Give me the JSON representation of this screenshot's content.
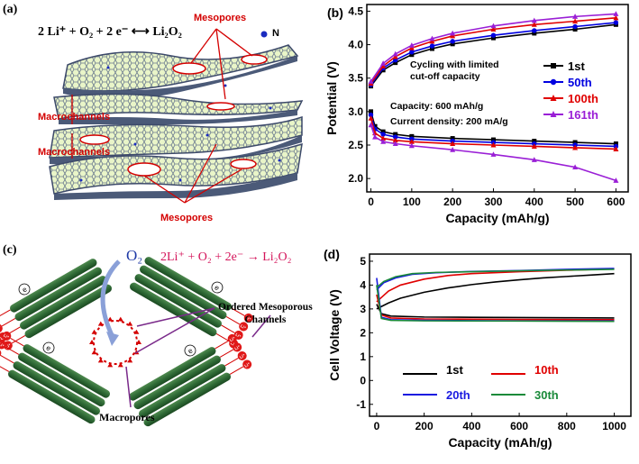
{
  "figure": {
    "panel_a": {
      "label": "(a)",
      "equation": "2 Li⁺ + O₂ + 2 e⁻ ⟷ Li₂O₂",
      "legend_symbol": "N",
      "callouts": [
        "Mesopores",
        "Macrochannels",
        "Macrochannels",
        "Mesopores"
      ]
    },
    "panel_c": {
      "label": "(c)",
      "o2_label": "O₂",
      "equation": "2Li⁺ + O₂ + 2e⁻ → Li₂O₂",
      "ordered_label": [
        "Ordered Mesoporous",
        "Channels"
      ],
      "macropores_label": "Macropores",
      "li_label": "Li⁺",
      "e_label": "e"
    }
  },
  "chart_data": [
    {
      "panel": "(b)",
      "type": "line",
      "xlabel": "Capacity (mAh/g)",
      "ylabel": "Potential (V)",
      "xlim": [
        -10,
        630
      ],
      "ylim": [
        1.8,
        4.6
      ],
      "xticks": [
        0,
        100,
        200,
        300,
        400,
        500,
        600
      ],
      "yticks": [
        2.0,
        2.5,
        3.0,
        3.5,
        4.0,
        4.5
      ],
      "annotations": [
        "Cycling with limited",
        "cut-off capacity",
        "Capacity: 600 mAh/g",
        "Current density: 200 mA/g"
      ],
      "legend_position": "right",
      "series": [
        {
          "name": "1st",
          "color": "#000000",
          "marker": "square",
          "charge": [
            [
              0,
              3.38
            ],
            [
              30,
              3.62
            ],
            [
              60,
              3.73
            ],
            [
              100,
              3.85
            ],
            [
              150,
              3.94
            ],
            [
              200,
              4.01
            ],
            [
              300,
              4.1
            ],
            [
              400,
              4.17
            ],
            [
              500,
              4.23
            ],
            [
              600,
              4.3
            ]
          ],
          "discharge": [
            [
              0,
              3.0
            ],
            [
              10,
              2.78
            ],
            [
              30,
              2.7
            ],
            [
              60,
              2.66
            ],
            [
              100,
              2.63
            ],
            [
              200,
              2.6
            ],
            [
              300,
              2.58
            ],
            [
              400,
              2.56
            ],
            [
              500,
              2.54
            ],
            [
              600,
              2.52
            ]
          ]
        },
        {
          "name": "50th",
          "color": "#0000e0",
          "marker": "circle",
          "charge": [
            [
              0,
              3.4
            ],
            [
              30,
              3.65
            ],
            [
              60,
              3.77
            ],
            [
              100,
              3.89
            ],
            [
              150,
              3.98
            ],
            [
              200,
              4.05
            ],
            [
              300,
              4.14
            ],
            [
              400,
              4.21
            ],
            [
              500,
              4.27
            ],
            [
              600,
              4.33
            ]
          ],
          "discharge": [
            [
              0,
              2.95
            ],
            [
              10,
              2.74
            ],
            [
              30,
              2.66
            ],
            [
              60,
              2.62
            ],
            [
              100,
              2.59
            ],
            [
              200,
              2.56
            ],
            [
              300,
              2.54
            ],
            [
              400,
              2.52
            ],
            [
              500,
              2.5
            ],
            [
              600,
              2.48
            ]
          ]
        },
        {
          "name": "100th",
          "color": "#e00000",
          "marker": "triangle",
          "charge": [
            [
              0,
              3.42
            ],
            [
              30,
              3.68
            ],
            [
              60,
              3.82
            ],
            [
              100,
              3.95
            ],
            [
              150,
              4.05
            ],
            [
              200,
              4.13
            ],
            [
              300,
              4.23
            ],
            [
              400,
              4.3
            ],
            [
              500,
              4.35
            ],
            [
              600,
              4.4
            ]
          ],
          "discharge": [
            [
              0,
              2.9
            ],
            [
              10,
              2.68
            ],
            [
              30,
              2.6
            ],
            [
              60,
              2.57
            ],
            [
              100,
              2.55
            ],
            [
              200,
              2.52
            ],
            [
              300,
              2.5
            ],
            [
              400,
              2.48
            ],
            [
              500,
              2.46
            ],
            [
              600,
              2.44
            ]
          ]
        },
        {
          "name": "161th",
          "color": "#9a1fd6",
          "marker": "triangle",
          "charge": [
            [
              0,
              3.45
            ],
            [
              30,
              3.72
            ],
            [
              60,
              3.86
            ],
            [
              100,
              3.99
            ],
            [
              150,
              4.09
            ],
            [
              200,
              4.17
            ],
            [
              300,
              4.28
            ],
            [
              400,
              4.36
            ],
            [
              500,
              4.42
            ],
            [
              600,
              4.46
            ]
          ],
          "discharge": [
            [
              0,
              2.8
            ],
            [
              10,
              2.62
            ],
            [
              30,
              2.55
            ],
            [
              60,
              2.52
            ],
            [
              100,
              2.49
            ],
            [
              200,
              2.43
            ],
            [
              300,
              2.36
            ],
            [
              400,
              2.28
            ],
            [
              500,
              2.17
            ],
            [
              600,
              1.97
            ]
          ]
        }
      ]
    },
    {
      "panel": "(d)",
      "type": "line",
      "xlabel": "Capacity (mAh/g)",
      "ylabel": "Cell Voltage (V)",
      "xlim": [
        -30,
        1070
      ],
      "ylim": [
        -1.5,
        5.3
      ],
      "xticks": [
        0,
        200,
        400,
        600,
        800,
        1000
      ],
      "yticks": [
        -1,
        0,
        1,
        2,
        3,
        4,
        5
      ],
      "legend_position": "bottom",
      "series": [
        {
          "name": "1st",
          "color": "#000000",
          "charge": [
            [
              0,
              3.0
            ],
            [
              50,
              3.25
            ],
            [
              100,
              3.45
            ],
            [
              200,
              3.7
            ],
            [
              300,
              3.88
            ],
            [
              400,
              4.02
            ],
            [
              500,
              4.13
            ],
            [
              600,
              4.22
            ],
            [
              700,
              4.3
            ],
            [
              800,
              4.36
            ],
            [
              900,
              4.42
            ],
            [
              1000,
              4.48
            ]
          ],
          "discharge": [
            [
              0,
              3.2
            ],
            [
              20,
              2.8
            ],
            [
              60,
              2.7
            ],
            [
              200,
              2.66
            ],
            [
              400,
              2.65
            ],
            [
              600,
              2.64
            ],
            [
              800,
              2.63
            ],
            [
              1000,
              2.62
            ]
          ]
        },
        {
          "name": "10th",
          "color": "#e00000",
          "charge": [
            [
              0,
              3.3
            ],
            [
              50,
              3.75
            ],
            [
              100,
              4.0
            ],
            [
              200,
              4.25
            ],
            [
              300,
              4.4
            ],
            [
              400,
              4.48
            ],
            [
              600,
              4.56
            ],
            [
              800,
              4.62
            ],
            [
              1000,
              4.68
            ]
          ],
          "discharge": [
            [
              0,
              3.6
            ],
            [
              20,
              2.75
            ],
            [
              60,
              2.62
            ],
            [
              200,
              2.58
            ],
            [
              600,
              2.56
            ],
            [
              1000,
              2.55
            ]
          ]
        },
        {
          "name": "20th",
          "color": "#1a1ae0",
          "charge": [
            [
              0,
              3.8
            ],
            [
              30,
              4.1
            ],
            [
              80,
              4.3
            ],
            [
              150,
              4.45
            ],
            [
              250,
              4.52
            ],
            [
              400,
              4.57
            ],
            [
              600,
              4.61
            ],
            [
              800,
              4.66
            ],
            [
              1000,
              4.7
            ]
          ],
          "discharge": [
            [
              0,
              4.3
            ],
            [
              20,
              2.65
            ],
            [
              60,
              2.55
            ],
            [
              200,
              2.52
            ],
            [
              600,
              2.5
            ],
            [
              1000,
              2.5
            ]
          ]
        },
        {
          "name": "30th",
          "color": "#1a8a3a",
          "charge": [
            [
              0,
              3.9
            ],
            [
              30,
              4.15
            ],
            [
              80,
              4.35
            ],
            [
              150,
              4.48
            ],
            [
              250,
              4.53
            ],
            [
              400,
              4.56
            ],
            [
              600,
              4.6
            ],
            [
              800,
              4.63
            ],
            [
              1000,
              4.66
            ]
          ],
          "discharge": [
            [
              0,
              4.0
            ],
            [
              20,
              2.6
            ],
            [
              60,
              2.52
            ],
            [
              200,
              2.5
            ],
            [
              600,
              2.49
            ],
            [
              1000,
              2.48
            ]
          ]
        }
      ]
    }
  ]
}
